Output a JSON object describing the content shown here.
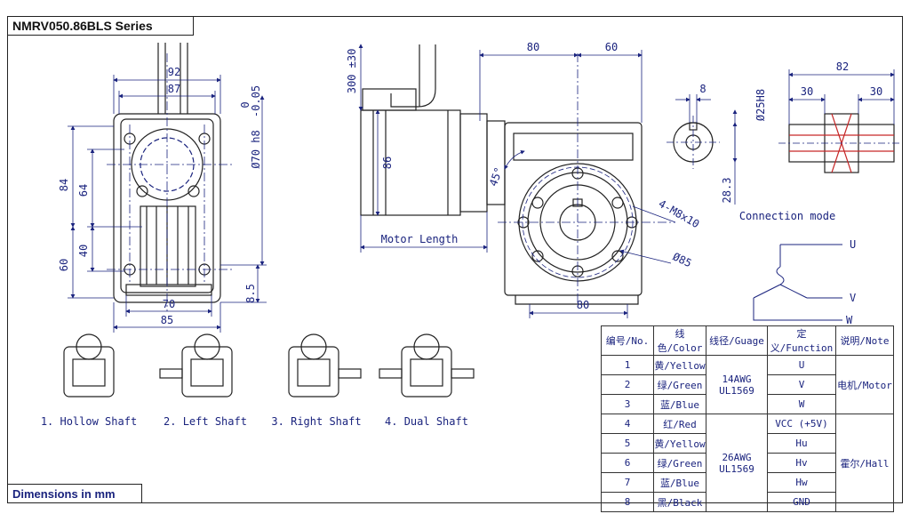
{
  "title": "NMRV050.86BLS Series",
  "units_note": "Dimensions in mm",
  "dimensions": {
    "front": [
      "92",
      "87",
      "84",
      "64",
      "40",
      "60",
      "70",
      "85",
      "8.5"
    ],
    "tolerance_upper": "0",
    "tolerance_lower": "-0.05",
    "shaft_fit": "Ø70 h8",
    "side": [
      "300 ±30",
      "80",
      "60",
      "86",
      "Motor Length",
      "45°",
      "4-M8x10",
      "Ø85",
      "80"
    ],
    "hole": [
      "8",
      "Ø25H8",
      "28.3"
    ],
    "connection": [
      "82",
      "30",
      "30"
    ]
  },
  "connection_mode": {
    "label": "Connection mode",
    "phases": [
      "U",
      "V",
      "W"
    ]
  },
  "shaft_options": [
    "1. Hollow Shaft",
    "2. Left Shaft",
    "3. Right Shaft",
    "4. Dual Shaft"
  ],
  "wiring_table": {
    "headers": [
      "编号/No.",
      "线色/Color",
      "线径/Guage",
      "定义/Function",
      "说明/Note"
    ],
    "rows": [
      {
        "no": "1",
        "color": "黄/Yellow",
        "function": "U"
      },
      {
        "no": "2",
        "color": "绿/Green",
        "function": "V"
      },
      {
        "no": "3",
        "color": "蓝/Blue",
        "function": "W"
      },
      {
        "no": "4",
        "color": "红/Red",
        "function": "VCC (+5V)"
      },
      {
        "no": "5",
        "color": "黄/Yellow",
        "function": "Hu"
      },
      {
        "no": "6",
        "color": "绿/Green",
        "function": "Hv"
      },
      {
        "no": "7",
        "color": "蓝/Blue",
        "function": "Hw"
      },
      {
        "no": "8",
        "color": "黑/Black",
        "function": "GND"
      }
    ],
    "motor_gauge": [
      "14AWG",
      "UL1569"
    ],
    "hall_gauge": [
      "26AWG",
      "UL1569"
    ],
    "motor_note": "电机/Motor",
    "hall_note": "霍尔/Hall"
  }
}
